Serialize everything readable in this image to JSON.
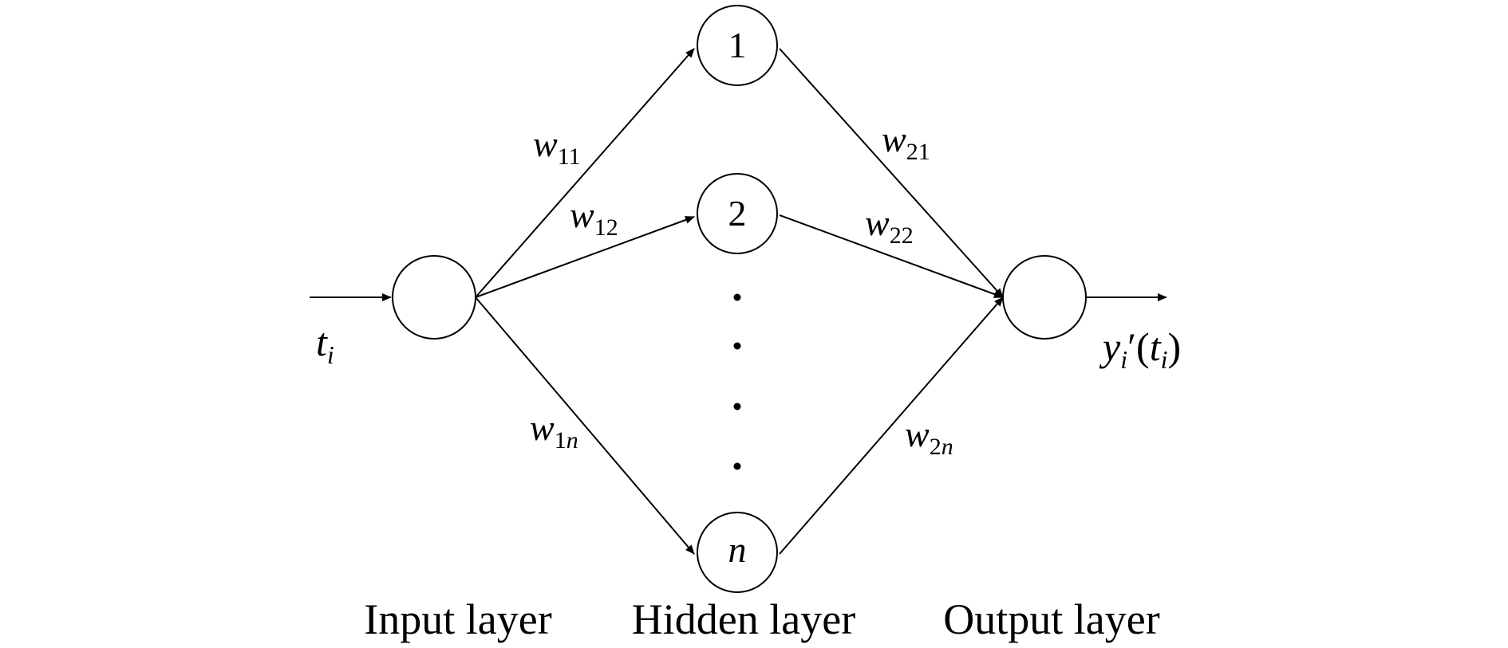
{
  "hidden_nodes": [
    {
      "label": "1",
      "italic": false
    },
    {
      "label": "2",
      "italic": false
    },
    {
      "label": "n",
      "italic": true
    }
  ],
  "input": {
    "symbol": "t",
    "subscript": "i"
  },
  "output": {
    "symbol": "y",
    "subscript": "i",
    "prime": "′",
    "open_paren": "(",
    "arg_symbol": "t",
    "arg_subscript": "i",
    "close_paren": ")"
  },
  "weights": {
    "w11": {
      "symbol": "w",
      "subscript": "11"
    },
    "w12": {
      "symbol": "w",
      "subscript": "12"
    },
    "w1n": {
      "symbol": "w",
      "subscript_num": "1",
      "subscript_var": "n"
    },
    "w21": {
      "symbol": "w",
      "subscript": "21"
    },
    "w22": {
      "symbol": "w",
      "subscript": "22"
    },
    "w2n": {
      "symbol": "w",
      "subscript_num": "2",
      "subscript_var": "n"
    }
  },
  "layer_labels": {
    "input": "Input layer",
    "hidden": "Hidden layer",
    "output": "Output layer"
  },
  "colors": {
    "line": "#000000",
    "background": "#ffffff"
  }
}
